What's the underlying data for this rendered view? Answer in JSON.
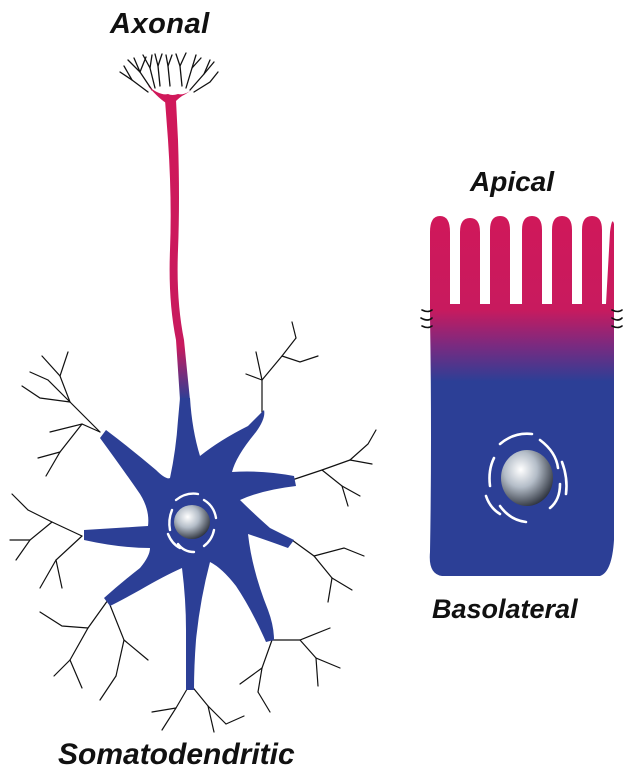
{
  "labels": {
    "axonal": "Axonal",
    "apical": "Apical",
    "basolateral": "Basolateral",
    "somatodendritic": "Somatodendritic"
  },
  "colors": {
    "axon_red": "#d21a5a",
    "soma_blue": "#2c3f96",
    "branch_black": "#111111",
    "nucleus_gray": "#9aa6b4"
  }
}
